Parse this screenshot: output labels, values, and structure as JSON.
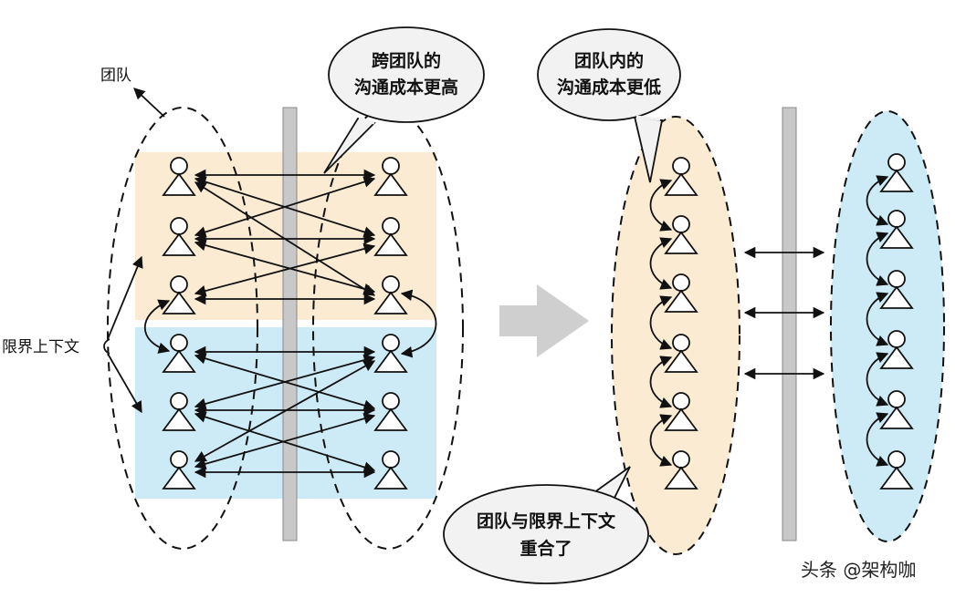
{
  "left_labels": {
    "team": "团队",
    "bounded_context": "限界上下文"
  },
  "bubbles": {
    "cross_team": [
      "跨团队的",
      "沟通成本更高"
    ],
    "intra_team": [
      "团队内的",
      "沟通成本更低"
    ],
    "aligned": [
      "团队与限界上下文",
      "重合了"
    ]
  },
  "watermark": "头条 @架构咖",
  "colors": {
    "orange_zone": "#FBEBD3",
    "blue_zone": "#CDEBF6",
    "divider": "#C8C8C8",
    "arrow_right": "#CFCFCF",
    "bubble_fill": "#F2F2F2"
  }
}
